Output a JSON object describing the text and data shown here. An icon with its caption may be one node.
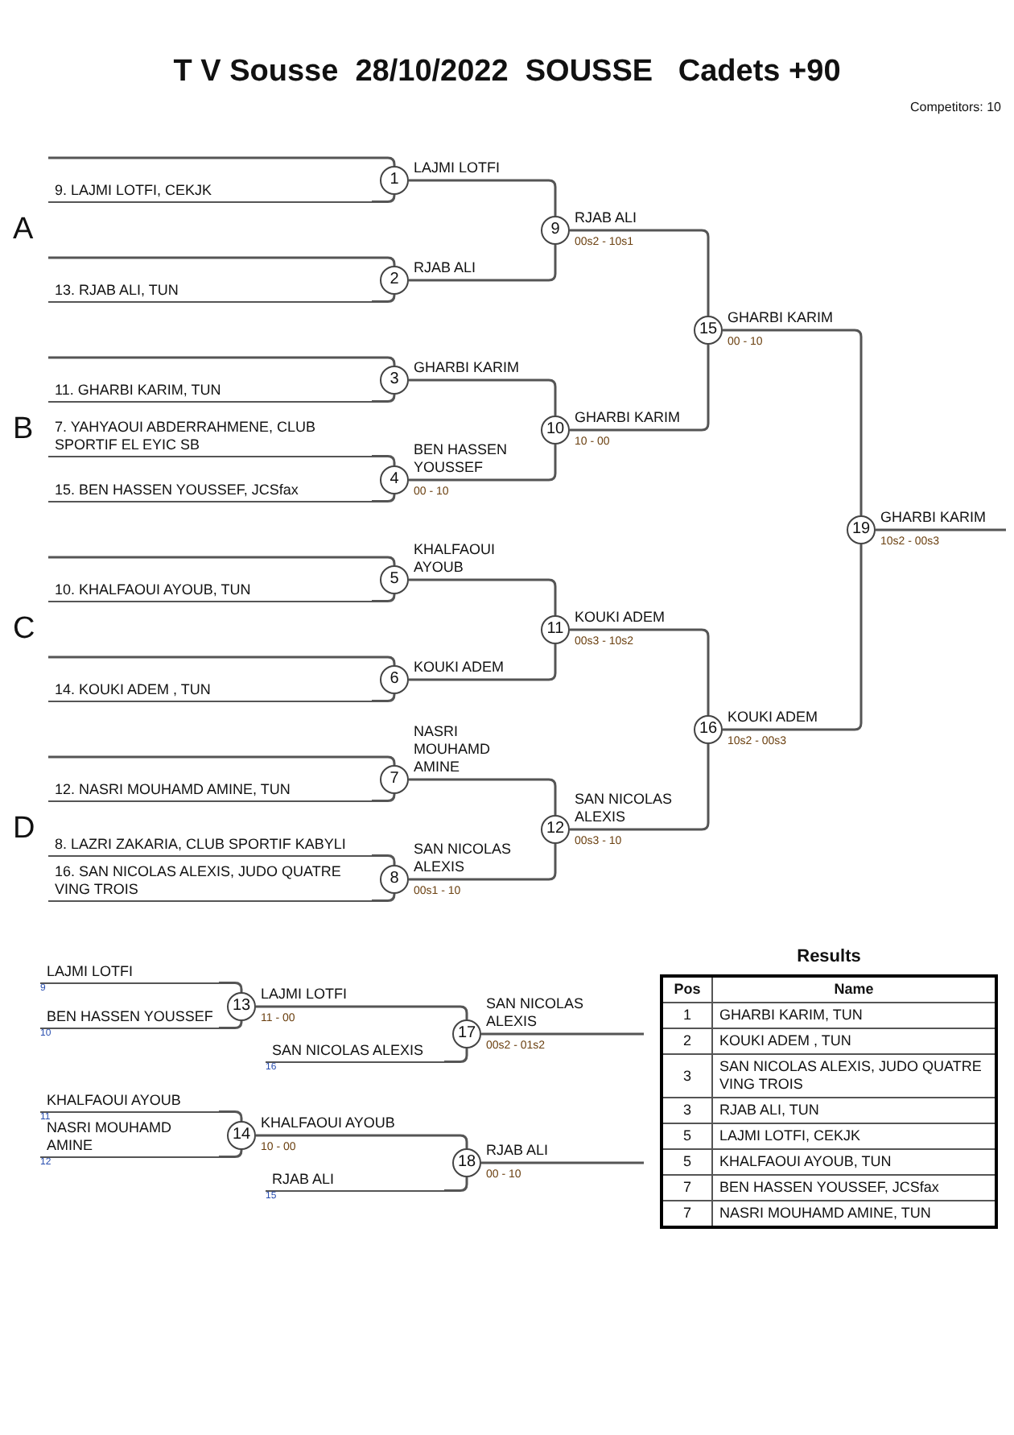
{
  "diagram": {
    "title": "T V Sousse  28/10/2022  SOUSSE   Cadets +90",
    "nodes": [
      {
        "text": [
          "9. LAJMI LOTFI, CEKJK"
        ]
      },
      {
        "text": [
          "13. RJAB ALI, TUN"
        ]
      },
      {
        "text": [
          "11. GHARBI KARIM, TUN"
        ]
      },
      {
        "text": [
          "7. YAHYAOUI ABDERRAHMENE, CLUB SPORTIF EL EYIC SB"
        ]
      },
      {
        "text": [
          "15. BEN HASSEN YOUSSEF, JCSfax"
        ]
      },
      {
        "text": [
          "10. KHALFAOUI AYOUB, TUN"
        ]
      },
      {
        "text": [
          "14. KOUKI ADEM , TUN"
        ]
      },
      {
        "text": [
          "12. NASRI MOUHAMD AMINE, TUN"
        ]
      },
      {
        "text": [
          "8. LAZRI ZAKARIA, CLUB SPORTIF KABYLI"
        ]
      },
      {
        "text": [
          "16. SAN NICOLAS ALEXIS, JUDO QUATRE VING TROIS"
        ]
      },
      {
        "text": [
          "1"
        ],
        "beside": [
          "LAJMI LOTFI"
        ]
      },
      {
        "text": [
          "2"
        ],
        "beside": [
          "RJAB ALI"
        ]
      },
      {
        "text": [
          "3"
        ],
        "beside": [
          "GHARBI KARIM"
        ]
      },
      {
        "text": [
          "4"
        ],
        "beside": [
          "BEN HASSEN YOUSSEF",
          "00 - 10"
        ]
      },
      {
        "text": [
          "5"
        ],
        "beside": [
          "KHALFAOUI AYOUB"
        ]
      },
      {
        "text": [
          "6"
        ],
        "beside": [
          "KOUKI ADEM"
        ]
      },
      {
        "text": [
          "7"
        ],
        "beside": [
          "NASRI MOUHAMD AMINE"
        ]
      },
      {
        "text": [
          "8"
        ],
        "beside": [
          "SAN NICOLAS ALEXIS",
          "00s1 - 10"
        ]
      },
      {
        "text": [
          "9"
        ],
        "beside": [
          "RJAB ALI",
          "00s2 - 10s1"
        ]
      },
      {
        "text": [
          "10"
        ],
        "beside": [
          "GHARBI KARIM",
          "10 - 00"
        ]
      },
      {
        "text": [
          "11"
        ],
        "beside": [
          "KOUKI ADEM",
          "00s3 - 10s2"
        ]
      },
      {
        "text": [
          "12"
        ],
        "beside": [
          "SAN NICOLAS ALEXIS",
          "00s3 - 10"
        ]
      },
      {
        "text": [
          "13"
        ],
        "beside": [
          "LAJMI LOTFI",
          "11 - 00"
        ]
      },
      {
        "text": [
          "14"
        ],
        "beside": [
          "KHALFAOUI AYOUB",
          "10 - 00"
        ]
      },
      {
        "text": [
          "15"
        ],
        "beside": [
          "GHARBI KARIM",
          "00 - 10"
        ]
      },
      {
        "text": [
          "16"
        ],
        "beside": [
          "KOUKI ADEM",
          "10s2 - 00s3"
        ]
      },
      {
        "text": [
          "17"
        ],
        "beside": [
          "SAN NICOLAS ALEXIS",
          "00s2 - 01s2"
        ]
      },
      {
        "text": [
          "18"
        ],
        "beside": [
          "RJAB ALI",
          "00 - 10"
        ]
      },
      {
        "text": [
          "19"
        ],
        "beside": [
          "GHARBI KARIM",
          "10s2 - 00s3"
        ]
      },
      {
        "text": [
          "LAJMI LOTFI"
        ],
        "beside": [
          "9"
        ]
      },
      {
        "text": [
          "BEN HASSEN YOUSSEF"
        ],
        "beside": [
          "10"
        ]
      },
      {
        "text": [
          "SAN NICOLAS ALEXIS"
        ],
        "beside": [
          "16"
        ]
      },
      {
        "text": [
          "KHALFAOUI AYOUB"
        ],
        "beside": [
          "11"
        ]
      },
      {
        "text": [
          "NASRI MOUHAMD AMINE"
        ],
        "beside": [
          "12"
        ]
      },
      {
        "text": [
          "RJAB ALI"
        ],
        "beside": [
          "15"
        ]
      }
    ],
    "edges": [
      {
        "from": null,
        "to": 10,
        "arrow": "none"
      },
      {
        "from": 0,
        "to": 10,
        "arrow": "none"
      },
      {
        "from": null,
        "to": 11,
        "arrow": "none"
      },
      {
        "from": 1,
        "to": 11,
        "arrow": "none"
      },
      {
        "from": null,
        "to": 12,
        "arrow": "none"
      },
      {
        "from": 2,
        "to": 12,
        "arrow": "none"
      },
      {
        "from": 3,
        "to": 13,
        "arrow": "none"
      },
      {
        "from": 4,
        "to": 13,
        "arrow": "none"
      },
      {
        "from": null,
        "to": 14,
        "arrow": "none"
      },
      {
        "from": 5,
        "to": 14,
        "arrow": "none"
      },
      {
        "from": null,
        "to": 15,
        "arrow": "none"
      },
      {
        "from": 6,
        "to": 15,
        "arrow": "none"
      },
      {
        "from": null,
        "to": 16,
        "arrow": "none"
      },
      {
        "from": 7,
        "to": 16,
        "arrow": "none"
      },
      {
        "from": 8,
        "to": 17,
        "arrow": "none"
      },
      {
        "from": 9,
        "to": 17,
        "arrow": "none"
      },
      {
        "from": 10,
        "to": 18,
        "arrow": "none"
      },
      {
        "from": 11,
        "to": 18,
        "arrow": "none"
      },
      {
        "from": 12,
        "to": 19,
        "arrow": "none"
      },
      {
        "from": 13,
        "to": 19,
        "arrow": "none"
      },
      {
        "from": 14,
        "to": 20,
        "arrow": "none"
      },
      {
        "from": 15,
        "to": 20,
        "arrow": "none"
      },
      {
        "from": 16,
        "to": 21,
        "arrow": "none"
      },
      {
        "from": 17,
        "to": 21,
        "arrow": "none"
      },
      {
        "from": 18,
        "to": 24,
        "arrow": "none"
      },
      {
        "from": 19,
        "to": 24,
        "arrow": "none"
      },
      {
        "from": 20,
        "to": 25,
        "arrow": "none"
      },
      {
        "from": 21,
        "to": 25,
        "arrow": "none"
      },
      {
        "from": 24,
        "to": 28,
        "arrow": "none"
      },
      {
        "from": 25,
        "to": 28,
        "arrow": "none"
      },
      {
        "from": 28,
        "to": null,
        "arrow": "none"
      },
      {
        "from": 29,
        "to": 22,
        "arrow": "none"
      },
      {
        "from": 30,
        "to": 22,
        "arrow": "none"
      },
      {
        "from": 22,
        "to": 26,
        "arrow": "none"
      },
      {
        "from": 31,
        "to": 26,
        "arrow": "none"
      },
      {
        "from": 26,
        "to": null,
        "arrow": "none"
      },
      {
        "from": 32,
        "to": 23,
        "arrow": "none"
      },
      {
        "from": 33,
        "to": 23,
        "arrow": "none"
      },
      {
        "from": 23,
        "to": 27,
        "arrow": "none"
      },
      {
        "from": 34,
        "to": 27,
        "arrow": "none"
      },
      {
        "from": 27,
        "to": null,
        "arrow": "none"
      }
    ],
    "labels": [
      "Competitors: 10",
      "A",
      "B",
      "C",
      "D",
      "Results",
      "Pos",
      "Name",
      "1",
      "GHARBI KARIM, TUN",
      "2",
      "KOUKI ADEM , TUN",
      "3",
      "SAN NICOLAS ALEXIS, JUDO QUATRE VING TROIS",
      "3",
      "RJAB ALI, TUN",
      "5",
      "LAJMI LOTFI, CEKJK",
      "5",
      "KHALFAOUI AYOUB, TUN",
      "7",
      "BEN HASSEN YOUSSEF, JCSfax",
      "7",
      "NASRI MOUHAMD AMINE, TUN"
    ]
  }
}
